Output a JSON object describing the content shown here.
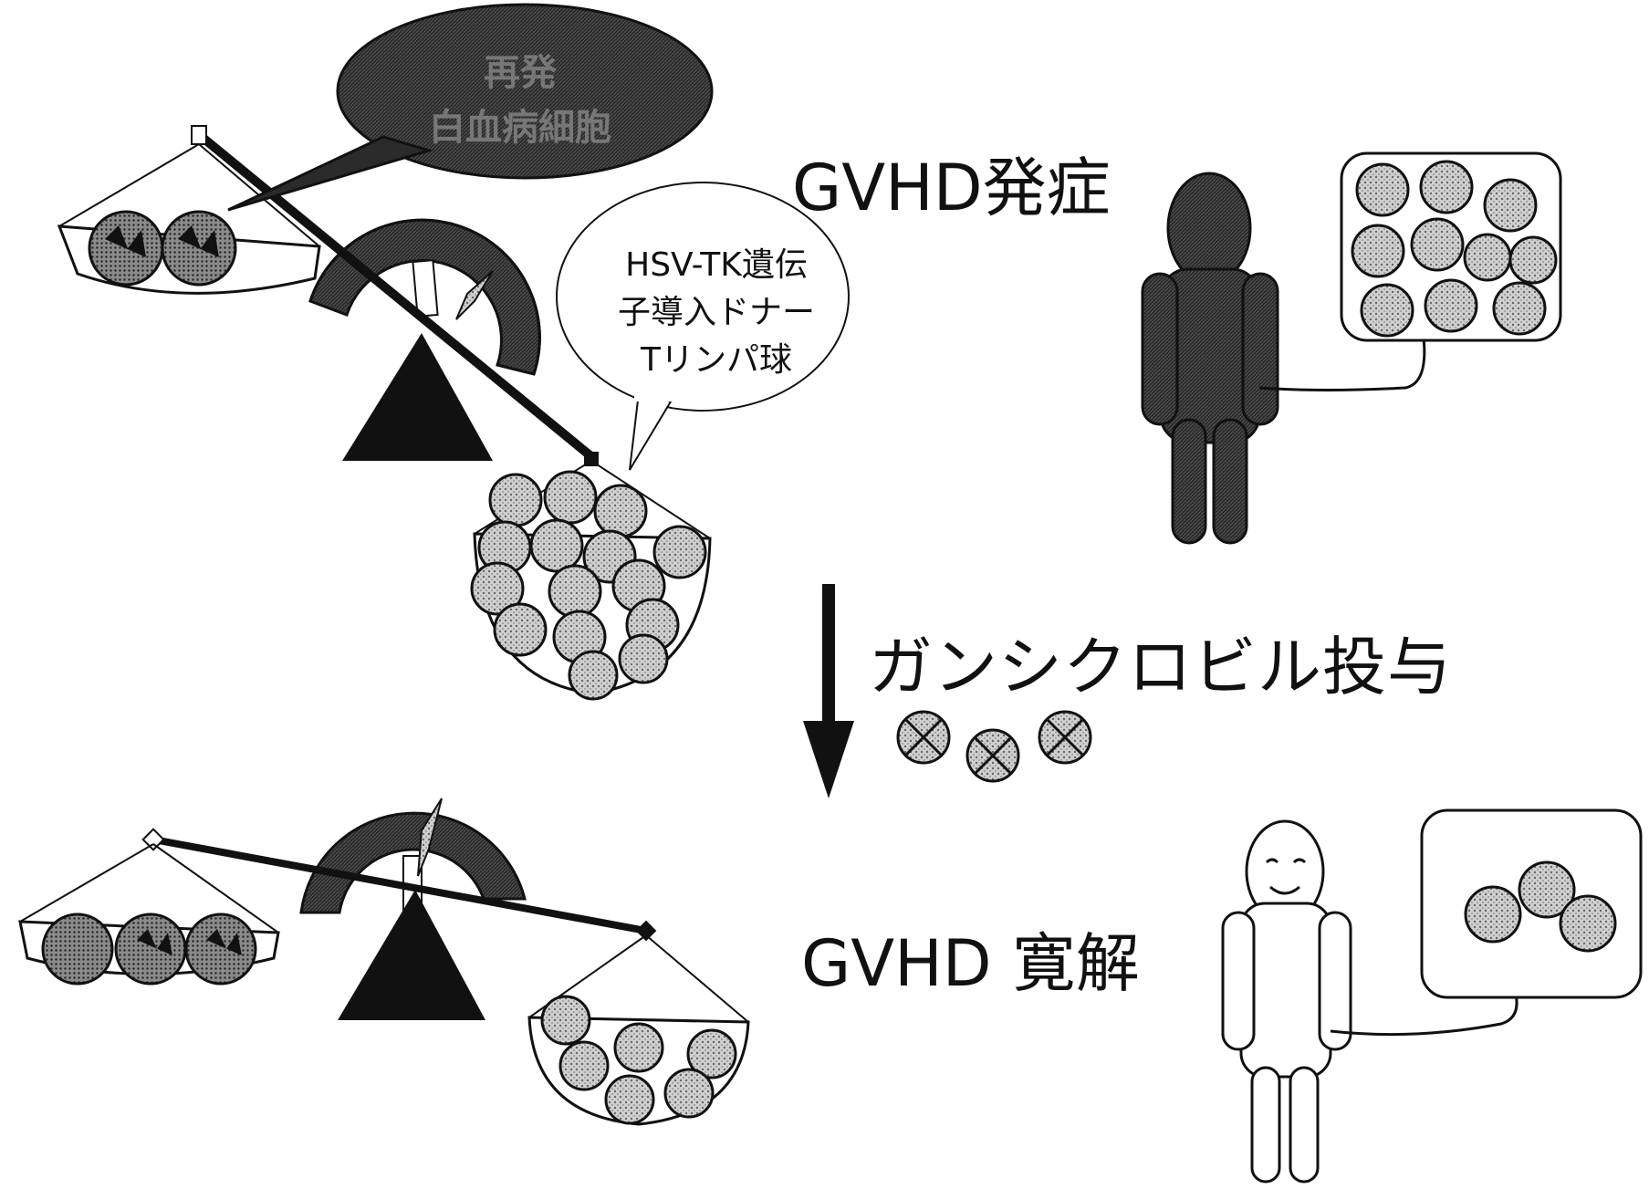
{
  "labels": {
    "gvhd_onset": "GVHD発症",
    "gvhd_remission": "GVHD 寛解",
    "ganciclovir": "ガンシクロビル投与"
  },
  "bubbles": {
    "relapse": [
      "再発",
      "白血病細胞"
    ],
    "donor_cells": [
      "HSV-TK遺伝",
      "子導入ドナー",
      "Tリンパ球"
    ]
  },
  "colors": {
    "ink": "#111111",
    "paper": "#ffffff",
    "cell_fill": "#bdbdbd",
    "nucleus_fill": "#7a7a7a"
  }
}
